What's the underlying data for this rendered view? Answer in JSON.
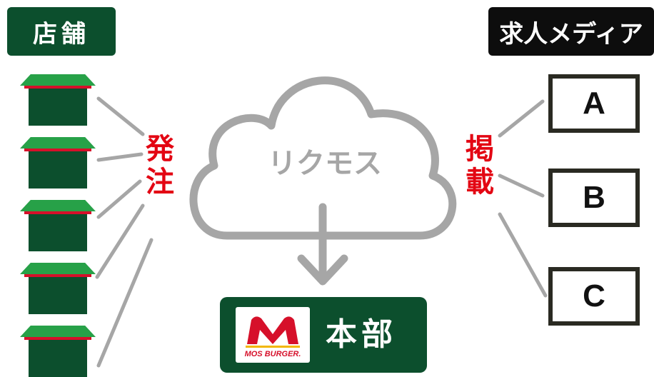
{
  "shops": {
    "label": "店舗",
    "count": 5,
    "icon": "shop-icon"
  },
  "order_label": "発\n注",
  "cloud": {
    "label": "リクモス",
    "icon": "cloud-icon"
  },
  "post_label": "掲\n載",
  "media": {
    "label": "求人メディア",
    "items": [
      "A",
      "B",
      "C"
    ]
  },
  "headquarters": {
    "label": "本部",
    "logo_text": "MOS BURGER."
  },
  "colors": {
    "brand_green": "#0c4f2d",
    "roof_green": "#27a148",
    "accent_red": "#e30613",
    "line_gray": "#a6a6a6"
  }
}
